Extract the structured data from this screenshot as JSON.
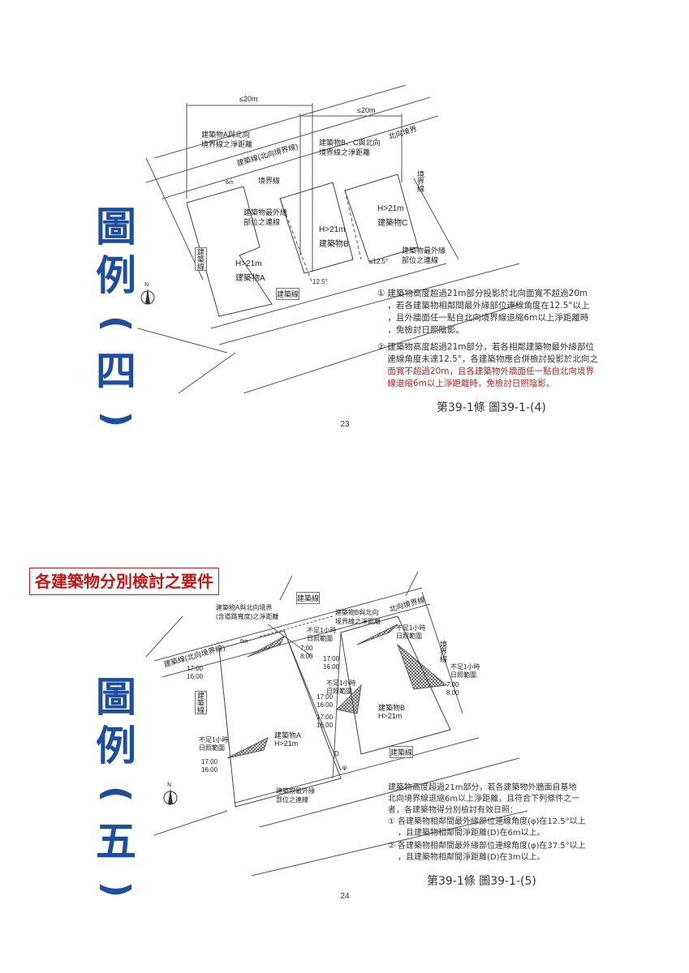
{
  "fig4": {
    "title_chars": [
      "圖",
      "例"
    ],
    "title_paren_open": "(",
    "title_num": "四",
    "title_paren_close": ")",
    "labels": {
      "dim1": "≤20m",
      "dim2": "≤20m",
      "a_dist": "建築物A與北向\n境界線之淨距離",
      "north_line": "建築線(北向境界線)",
      "bc_dist": "建築物B、C與北向\n境界線之淨距離",
      "north_boundary": "北向境界",
      "boundary": "境界線",
      "boundary_v": "境界線",
      "outer_line": "建築物最外緣\n部位之連線",
      "h_b": "H>21m",
      "b": "建築物B",
      "h_c": "H>21m",
      "c": "建築物C",
      "outer_line2": "建築物最外緣\n部位之連線",
      "angle1": "≤12.5°",
      "angle2": "12.5°",
      "h_a": "H>21m",
      "a": "建築物A",
      "building_line_v": "建築線",
      "building_line_h": "建築線",
      "six": "6m"
    },
    "notes": [
      {
        "num": "①",
        "lines": [
          "建築物高度超過21m部分投影於北向面寬不超過20m",
          "，若各建築物相鄰間最外緣部位連線角度在12.5°以上",
          "，且外牆面任一點自北向境界線退縮6m以上淨距離時",
          "，免檢討日照陰影。"
        ]
      },
      {
        "num": "②",
        "lines": [
          "建築物高度超過21m部分，若各相鄰建築物最外緣部位",
          "連線角度未達12.5°，各建築物應合併檢討投影於北向之",
          "面寬不超過20m，且各建築物外牆面任一點自北向境界",
          "線退縮6m以上淨距離時，免檢討日照陰影。"
        ]
      }
    ],
    "caption": "第39-1條  圖39-1-(4)",
    "page": "23"
  },
  "fig5": {
    "heading": "各建築物分別檢討之要件",
    "title_chars": [
      "圖",
      "例"
    ],
    "title_paren_open": "(",
    "title_num": "五",
    "title_paren_close": ")",
    "labels": {
      "a_dist": "建築物A與北向境界\n(含道路寬度)之淨距離",
      "b_dist": "建築物B與北向\n境界線之淨距離",
      "north_boundary": "北向境界線",
      "bl_top": "建築線",
      "boundary_v": "境界線",
      "north_line": "建築線(北向境界線)",
      "lt1h_1": "不足1小時\n日照範圍",
      "t1": "7:00\n8:00",
      "t2": "17:00\n16:00",
      "lt1h_2": "不足1小時\n日照範圍",
      "t3": "7:00\n8:00",
      "t4": "17:00\n16:00",
      "lt1h_3": "不足1小時\n日照範圍",
      "t5": "17:00\n16:00",
      "lt1h_4": "不足1小時\n日照範圍",
      "t6": "17:00\n16:00",
      "lt1h_5": "不足1小時\n日照範圍",
      "t7": "17:00\n16:00",
      "b": "建築物B",
      "h_b": "H>21m",
      "a": "建築物A",
      "h_a": "H>21m",
      "building_line_v": "建築線",
      "building_line_h": "建築線",
      "outer_line": "建築物最外緣\n部位之連線",
      "d": "D",
      "phi": "φ",
      "six": "6m"
    },
    "notes_intro": [
      "建築物高度超過21m部分，若各建築物外牆面自基地",
      "北向境界線退縮6m以上淨距離，且符合下列條件之一",
      "者，各建築物得分別檢討有效日照："
    ],
    "notes": [
      {
        "num": "①",
        "lines": [
          "各建築物相鄰間最外緣部位連線角度(φ)在12.5°以上",
          "，且建築物相鄰間淨距離(D)在6m以上。"
        ]
      },
      {
        "num": "②",
        "lines": [
          "各建築物相鄰間最外緣部位連線角度(φ)在37.5°以上",
          "，且建築物相鄰間淨距離(D)在3m以上。"
        ]
      }
    ],
    "caption": "第39-1條  圖39-1-(5)",
    "page": "24"
  },
  "colors": {
    "title_blue": "#1f4e9c",
    "heading_red": "#c01818",
    "line": "#555555"
  }
}
